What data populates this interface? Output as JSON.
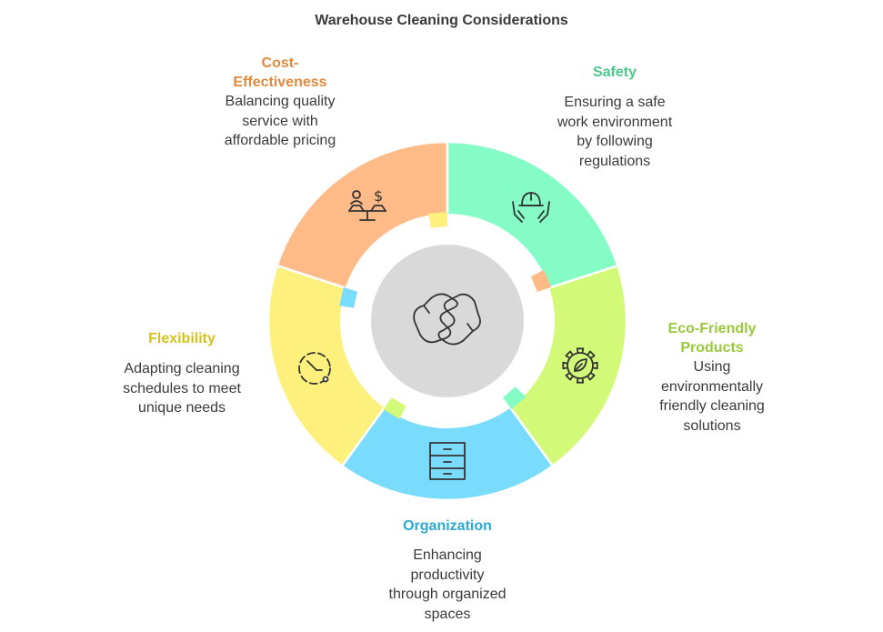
{
  "title": "Warehouse Cleaning Considerations",
  "segments": [
    {
      "key": "cost",
      "title": "Cost-Effectiveness",
      "title_lines": [
        "Cost-",
        "Effectiveness"
      ],
      "description": "Balancing quality service with affordable pricing",
      "desc_lines": [
        "Balancing quality",
        "service with",
        "affordable pricing"
      ],
      "color": "#ffbb87",
      "title_color": "#e08a3e",
      "icon": "scale-money-icon"
    },
    {
      "key": "safety",
      "title": "Safety",
      "title_lines": [
        "Safety"
      ],
      "description": "Ensuring a safe work environment by following regulations",
      "desc_lines": [
        "Ensuring a safe",
        "work environment",
        "by following",
        "regulations"
      ],
      "color": "#85fcc6",
      "title_color": "#4cc98a",
      "icon": "helmet-hands-icon"
    },
    {
      "key": "eco",
      "title": "Eco-Friendly Products",
      "title_lines": [
        "Eco-Friendly",
        "Products"
      ],
      "description": "Using environmentally friendly cleaning solutions",
      "desc_lines": [
        "Using",
        "environmentally",
        "friendly cleaning",
        "solutions"
      ],
      "color": "#d2fa78",
      "title_color": "#99c93a",
      "icon": "leaf-gear-icon"
    },
    {
      "key": "org",
      "title": "Organization",
      "title_lines": [
        "Organization"
      ],
      "description": "Enhancing productivity through organized spaces",
      "desc_lines": [
        "Enhancing",
        "productivity",
        "through organized",
        "spaces"
      ],
      "color": "#7adcfc",
      "title_color": "#2ba9d6",
      "icon": "drawer-cabinet-icon"
    },
    {
      "key": "flex",
      "title": "Flexibility",
      "title_lines": [
        "Flexibility"
      ],
      "description": "Adapting cleaning schedules to meet unique needs",
      "desc_lines": [
        "Adapting cleaning",
        "schedules to meet",
        "unique needs"
      ],
      "color": "#fef07c",
      "title_color": "#d6c21a",
      "icon": "clock-icon"
    }
  ],
  "center": {
    "color": "#d9d9d9",
    "icon": "handshake-icon"
  },
  "stroke_color": "#333333"
}
